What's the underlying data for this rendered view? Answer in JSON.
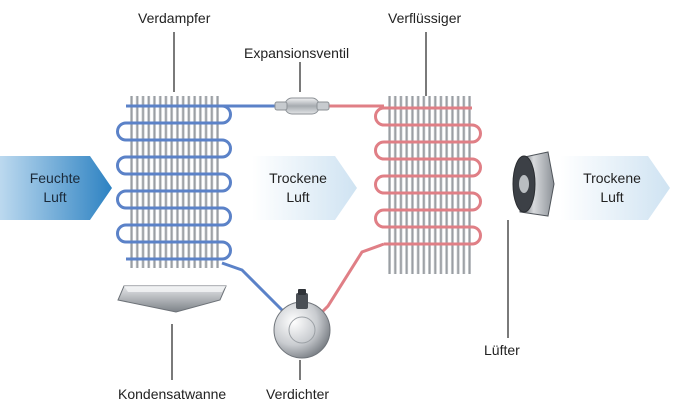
{
  "labels": {
    "evaporator": "Verdampfer",
    "condenser": "Verflüssiger",
    "expansion_valve": "Expansionsventil",
    "condensate_tray": "Kondensatwanne",
    "compressor": "Verdichter",
    "fan": "Lüfter"
  },
  "arrows": {
    "humid_air": {
      "line1": "Feuchte",
      "line2": "Luft"
    },
    "dry_air_middle": {
      "line1": "Trockene",
      "line2": "Luft"
    },
    "dry_air_right": {
      "line1": "Trockene",
      "line2": "Luft"
    }
  },
  "colors": {
    "cold_pipe": "#5b82c8",
    "warm_pipe": "#e07f86",
    "humid_arrow": "#2d82c2",
    "dry_arrow": "#d7e8f4",
    "fin": "#9a9ea3"
  }
}
